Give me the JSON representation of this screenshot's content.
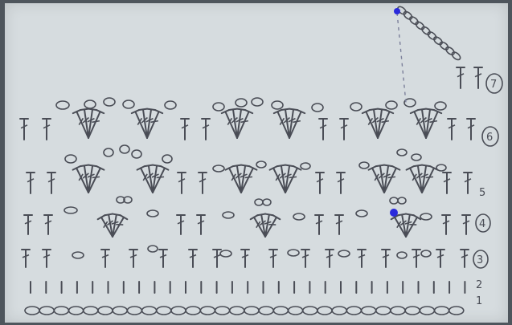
{
  "diagram": {
    "row_labels": [
      "1",
      "2",
      "3",
      "4",
      "5",
      "6",
      "7"
    ],
    "colors": {
      "paper": "#d6dcdf",
      "ink": "#4a4d56",
      "marker": "#2a2adb"
    }
  }
}
